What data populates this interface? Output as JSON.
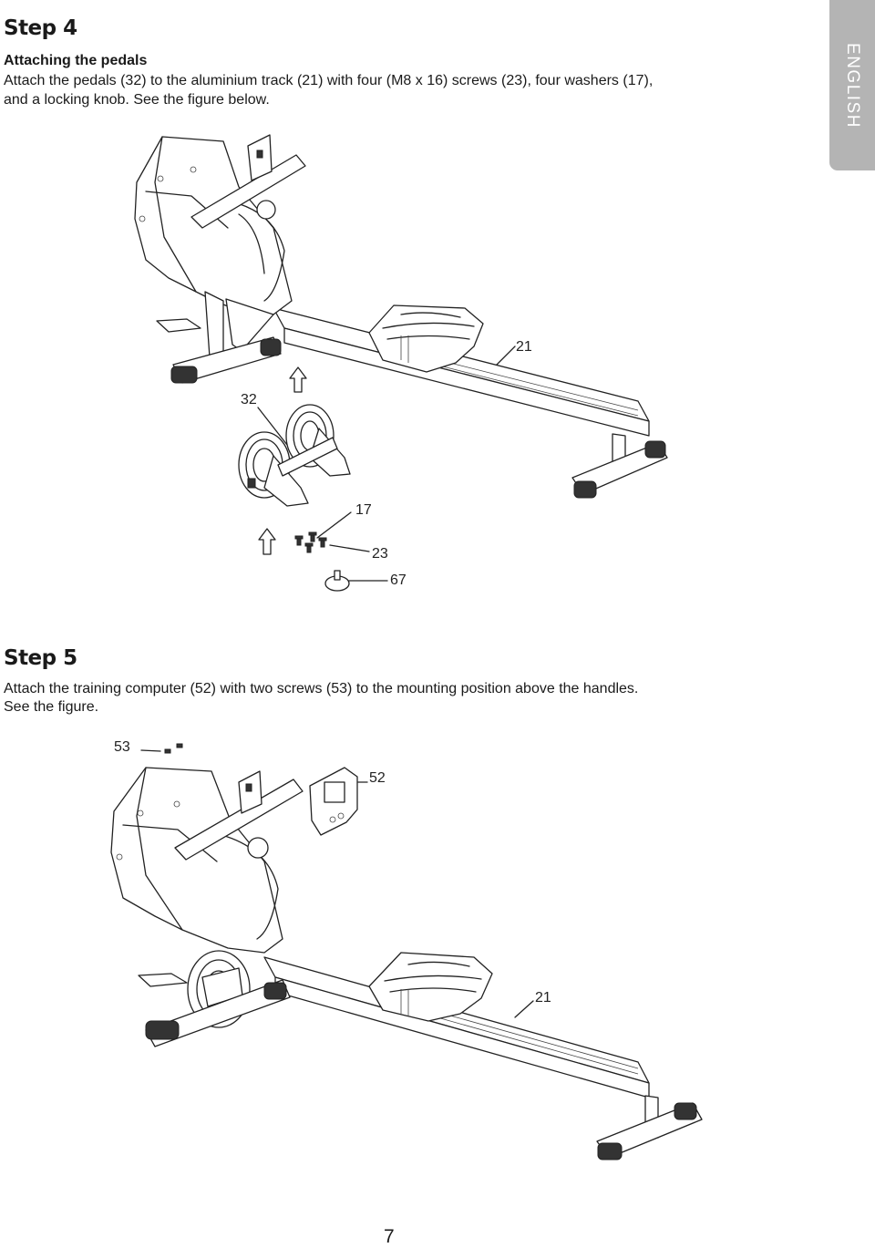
{
  "sidebar_tab": {
    "label": "ENGLISH"
  },
  "step4": {
    "title": "Step 4",
    "subtitle": "Attaching the pedals",
    "text_line1": "Attach the pedals (32) to the aluminium track (21) with four (M8 x 16) screws (23), four washers (17),",
    "text_line2": "and a locking knob. See the figure below.",
    "callouts": {
      "track": "21",
      "pedals": "32",
      "washers": "17",
      "screws": "23",
      "knob": "67"
    }
  },
  "step5": {
    "title": "Step 5",
    "text_line1": "Attach the training computer (52) with two screws (53) to the mounting position above the handles.",
    "text_line2": "See the figure.",
    "callouts": {
      "screws": "53",
      "computer": "52",
      "track": "21"
    }
  },
  "page_number": "7"
}
